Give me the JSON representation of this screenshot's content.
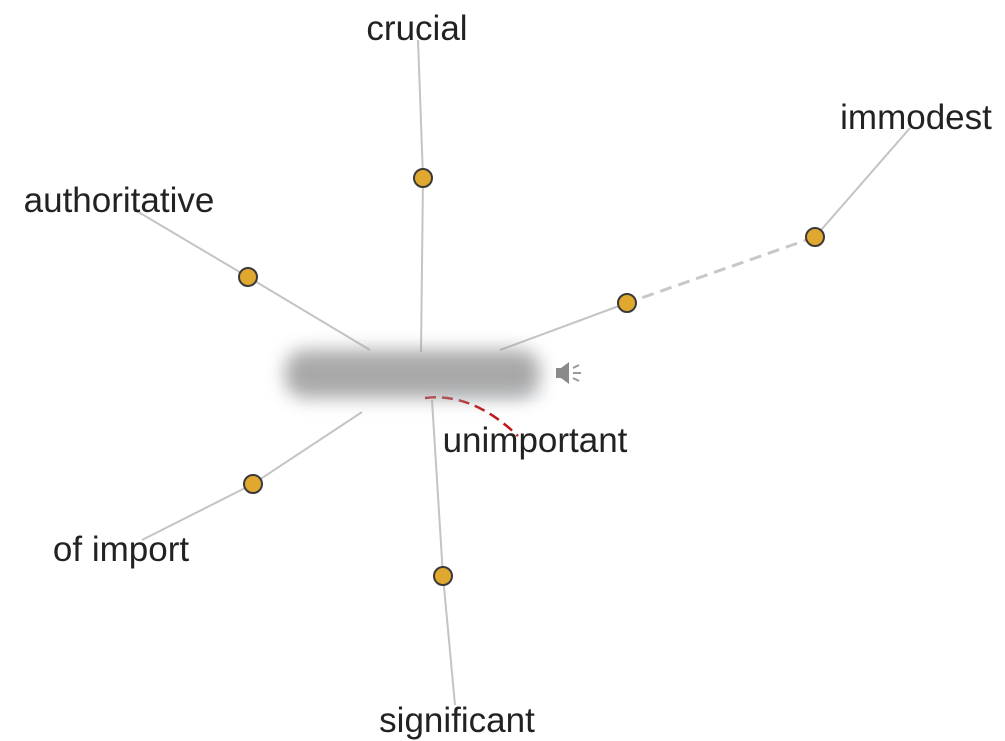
{
  "graph": {
    "center": {
      "word": "",
      "speaker_icon": "speaker-icon"
    },
    "nodes": [
      {
        "id": "crucial",
        "label": "crucial",
        "relation": "synonym"
      },
      {
        "id": "immodest",
        "label": "immodest",
        "relation": "related"
      },
      {
        "id": "authoritative",
        "label": "authoritative",
        "relation": "synonym"
      },
      {
        "id": "of-import",
        "label": "of import",
        "relation": "synonym"
      },
      {
        "id": "significant",
        "label": "significant",
        "relation": "synonym"
      },
      {
        "id": "unimportant",
        "label": "unimportant",
        "relation": "antonym"
      }
    ],
    "colors": {
      "node_fill": "#e0a82e",
      "node_stroke": "#3a3a3a",
      "edge": "#c4c4c4",
      "antonym_edge": "#c0151b",
      "label": "#222222"
    }
  }
}
